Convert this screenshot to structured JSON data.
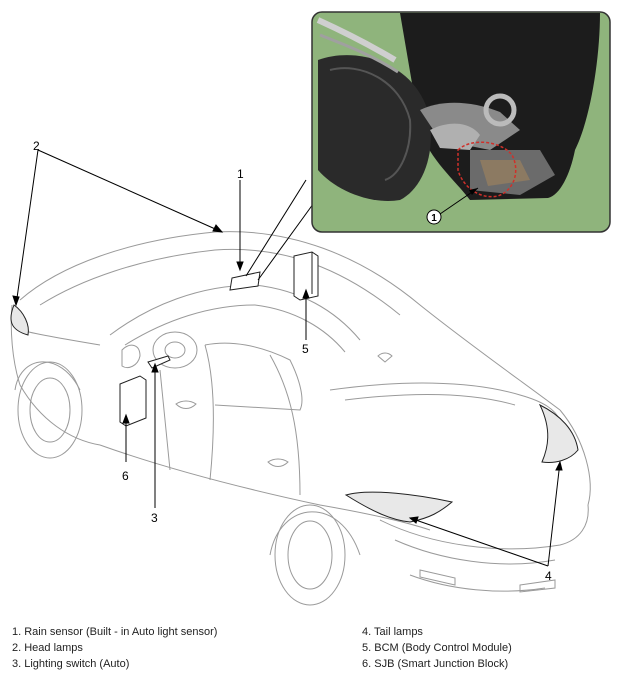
{
  "callouts": {
    "c1": "1",
    "c2": "2",
    "c3": "3",
    "c4": "4",
    "c5": "5",
    "c6": "6",
    "inset_c1": "1"
  },
  "legend": {
    "left": [
      "1. Rain sensor (Built - in Auto light sensor)",
      "2. Head lamps",
      "3. Lighting switch (Auto)"
    ],
    "right": [
      "4. Tail lamps",
      "5. BCM (Body Control Module)",
      "6. SJB (Smart Junction Block)"
    ]
  },
  "colors": {
    "inset_background": "#8fb47c",
    "line": "#000000",
    "car_outline": "#9a9a9a",
    "highlight": "#d0302a"
  }
}
